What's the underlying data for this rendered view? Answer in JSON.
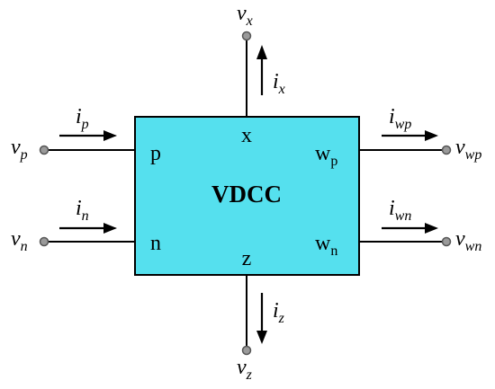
{
  "block": {
    "title": "VDCC",
    "fill": "#55E0EE",
    "stroke": "#000000"
  },
  "ports": {
    "p": "p",
    "n": "n",
    "x": "x",
    "z": "z",
    "wp": {
      "base": "w",
      "sub": "p"
    },
    "wn": {
      "base": "w",
      "sub": "n"
    }
  },
  "voltages": {
    "vx": {
      "base": "v",
      "sub": "x"
    },
    "vz": {
      "base": "v",
      "sub": "z"
    },
    "vp": {
      "base": "v",
      "sub": "p"
    },
    "vn": {
      "base": "v",
      "sub": "n"
    },
    "vwp": {
      "base": "v",
      "sub": "wp"
    },
    "vwn": {
      "base": "v",
      "sub": "wn"
    }
  },
  "currents": {
    "ix": {
      "base": "i",
      "sub": "x"
    },
    "iz": {
      "base": "i",
      "sub": "z"
    },
    "ip": {
      "base": "i",
      "sub": "p"
    },
    "in": {
      "base": "i",
      "sub": "n"
    },
    "iwp": {
      "base": "i",
      "sub": "wp"
    },
    "iwn": {
      "base": "i",
      "sub": "wn"
    }
  }
}
